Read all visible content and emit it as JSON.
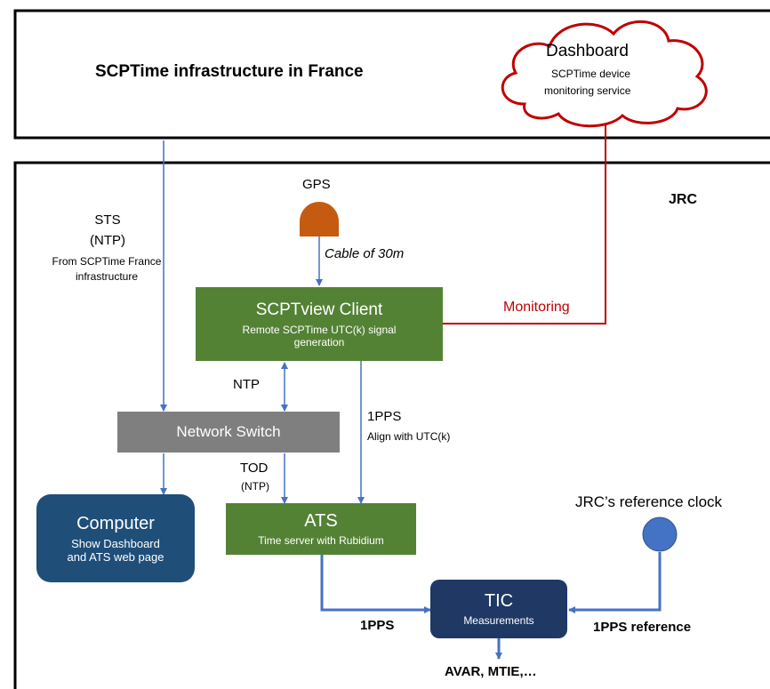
{
  "france": {
    "title": "SCPTime infrastructure in France",
    "dashboard": {
      "title": "Dashboard",
      "line1": "SCPTime device",
      "line2": "monitoring service"
    }
  },
  "jrc": {
    "label": "JRC"
  },
  "gps": {
    "label": "GPS",
    "cable": "Cable of 30m"
  },
  "sts": {
    "title": "STS",
    "subtitle": "(NTP)",
    "line1": "From SCPTime France",
    "line2": "infrastructure"
  },
  "scptview": {
    "title": "SCPTview Client",
    "line1": "Remote SCPTime UTC(k) signal",
    "line2": "generation"
  },
  "monitoring": {
    "label": "Monitoring"
  },
  "ntp": {
    "label": "NTP"
  },
  "pps_align": {
    "label": "1PPS",
    "sub": "Align with UTC(k)"
  },
  "switch": {
    "title": "Network Switch"
  },
  "tod": {
    "label": "TOD",
    "sub": "(NTP)"
  },
  "computer": {
    "title": "Computer",
    "line1": "Show Dashboard",
    "line2": "and ATS web page"
  },
  "ats": {
    "title": "ATS",
    "subtitle": "Time server with Rubidium"
  },
  "refclock": {
    "label": "JRC’s reference clock"
  },
  "tic": {
    "title": "TIC",
    "subtitle": "Measurements"
  },
  "pps_left": {
    "label": "1PPS"
  },
  "pps_ref": {
    "label": "1PPS reference"
  },
  "output": {
    "label": "AVAR, MTIE,…"
  },
  "colors": {
    "green": "#548235",
    "gray": "#7f7f7f",
    "navy": "#1f3864",
    "blue_box": "#1f4e79",
    "arrow_blue": "#4472c4",
    "red": "#c00000",
    "gps": "#c55a11",
    "clock": "#4472c4"
  }
}
